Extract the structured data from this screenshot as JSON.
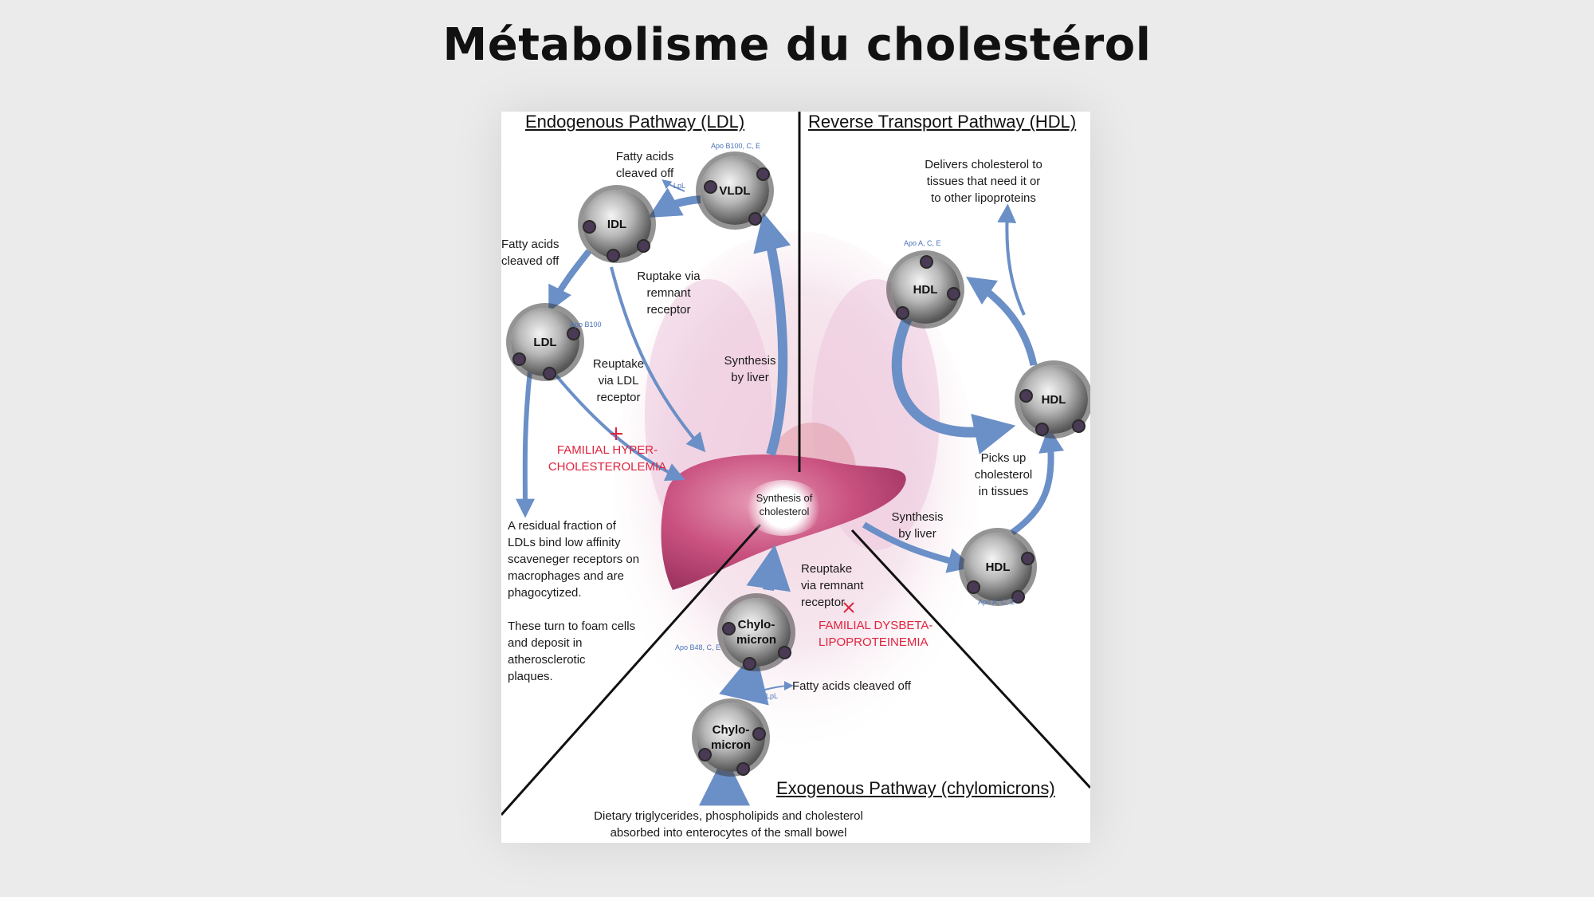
{
  "title": "Métabolisme du cholestérol",
  "figure": {
    "sections": {
      "endogenous": "Endogenous Pathway (LDL)",
      "reverse": "Reverse Transport Pathway (HDL)",
      "exogenous": "Exogenous Pathway (chylomicrons)"
    },
    "particles": {
      "vldl": "VLDL",
      "idl": "IDL",
      "ldl": "LDL",
      "hdl_top": "HDL",
      "hdl_mid": "HDL",
      "hdl_bottom": "HDL",
      "chylo_upper": "Chylo-\nmicron",
      "chylo_lower": "Chylo-\nmicron"
    },
    "apo_labels": {
      "vldl": "Apo B100, C, E",
      "ldl": "Apo B100",
      "hdl_top": "Apo A, C, E",
      "hdl_bottom": "Apo A, C, E",
      "chylo": "Apo B48, C, E",
      "lpl_vldl": "LpL",
      "lpl_chylo": "LpL"
    },
    "labels": {
      "fatty_acids_vldl": "Fatty acids\ncleaved off",
      "fatty_acids_idl": "Fatty acids\ncleaved off",
      "ruptake_remnant": "Ruptake via\nremnant\nreceptor",
      "reuptake_ldl": "Reuptake\nvia LDL\nreceptor",
      "synthesis_liver_left": "Synthesis\nby liver",
      "residual_fraction": "A residual fraction of\nLDLs bind low affinity\nscaveneger receptors on\nmacrophages and are\nphagocytized.\n\nThese turn to foam cells\nand deposit in\natherosclerotic\nplaques.",
      "delivers": "Delivers cholesterol to\ntissues that need it or\nto other lipoproteins",
      "picks_up": "Picks up\ncholesterol\nin tissues",
      "synthesis_liver_right": "Synthesis\nby liver",
      "synthesis_cholesterol": "Synthesis of\ncholesterol",
      "reuptake_remnant": "Reuptake\nvia remnant\nreceptor",
      "fatty_acids_chylo": "Fatty acids cleaved off",
      "dietary": "Dietary triglycerides, phospholipids and cholesterol\nabsorbed into enterocytes of the small bowel"
    },
    "diseases": {
      "fh": "FAMILIAL HYPER-\nCHOLESTEROLEMIA",
      "fd": "FAMILIAL DYSBETA-\nLIPOPROTEINEMIA"
    },
    "colors": {
      "arrow": "#6b8fc7",
      "disease": "#e0233f",
      "liver": "#c9517f",
      "divider": "#111111"
    }
  }
}
